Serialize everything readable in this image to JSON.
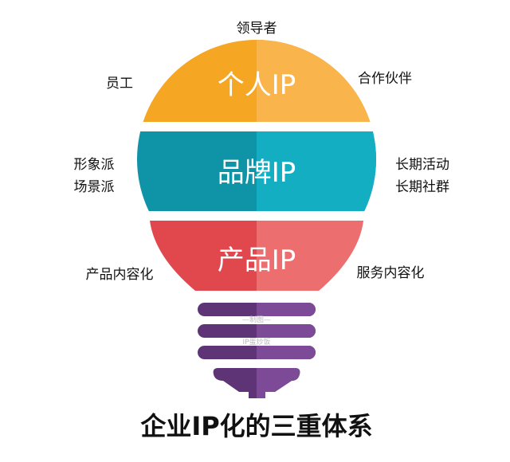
{
  "colors": {
    "orange": [
      "#f5a623",
      "#f9b54b"
    ],
    "teal": [
      "#0f93a6",
      "#13aec2"
    ],
    "red": [
      "#e0484d",
      "#ec6e6f"
    ],
    "purple": [
      "#5e3476",
      "#7c4a96"
    ]
  },
  "segments": {
    "personal": "个人IP",
    "brand": "品牌IP",
    "product": "产品IP"
  },
  "labels": {
    "top": "领导者",
    "personal_left": "员工",
    "personal_right": "合作伙伴",
    "brand_left": [
      "形象派",
      "场景派"
    ],
    "brand_right": [
      "长期活动",
      "长期社群"
    ],
    "product_left": "产品内容化",
    "product_right": "服务内容化"
  },
  "watermark": [
    "—制图—",
    "IP蛋炒饭"
  ],
  "title": "企业IP化的三重体系"
}
